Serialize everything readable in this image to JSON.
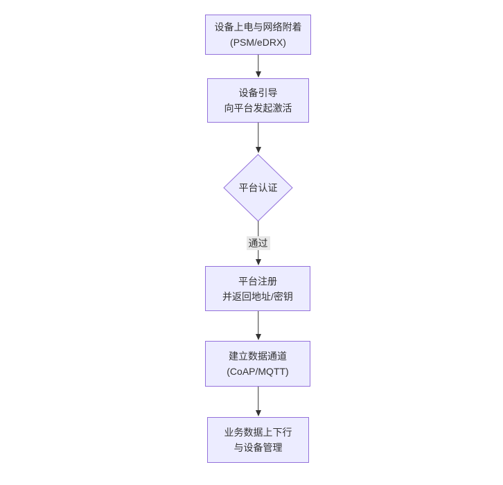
{
  "flowchart": {
    "direction": "top-down",
    "nodes": [
      {
        "id": "step-power-attach",
        "shape": "rectangle",
        "lines": [
          "设备上电与网络附着",
          "(PSM/eDRX)"
        ]
      },
      {
        "id": "step-bootstrap",
        "shape": "rectangle",
        "lines": [
          "设备引导",
          "向平台发起激活"
        ]
      },
      {
        "id": "decision-platform-auth",
        "shape": "diamond",
        "lines": [
          "平台认证"
        ]
      },
      {
        "id": "step-register",
        "shape": "rectangle",
        "lines": [
          "平台注册",
          "并返回地址/密钥"
        ]
      },
      {
        "id": "step-data-channel",
        "shape": "rectangle",
        "lines": [
          "建立数据通道",
          "(CoAP/MQTT)"
        ]
      },
      {
        "id": "step-business-data",
        "shape": "rectangle",
        "lines": [
          "业务数据上下行",
          "与设备管理"
        ]
      }
    ],
    "edges": [
      {
        "from": "step-power-attach",
        "to": "step-bootstrap",
        "label": ""
      },
      {
        "from": "step-bootstrap",
        "to": "decision-platform-auth",
        "label": ""
      },
      {
        "from": "decision-platform-auth",
        "to": "step-register",
        "label": "通过"
      },
      {
        "from": "step-register",
        "to": "step-data-channel",
        "label": ""
      },
      {
        "from": "step-data-channel",
        "to": "step-business-data",
        "label": ""
      }
    ],
    "colors": {
      "node_fill": "#ECECFF",
      "node_border": "#9370DB",
      "node_text": "#333333",
      "edge_line": "#333333",
      "edge_label_bg": "#e8e8e8",
      "edge_label_text": "#333333",
      "canvas_bg": "#ffffff"
    }
  }
}
